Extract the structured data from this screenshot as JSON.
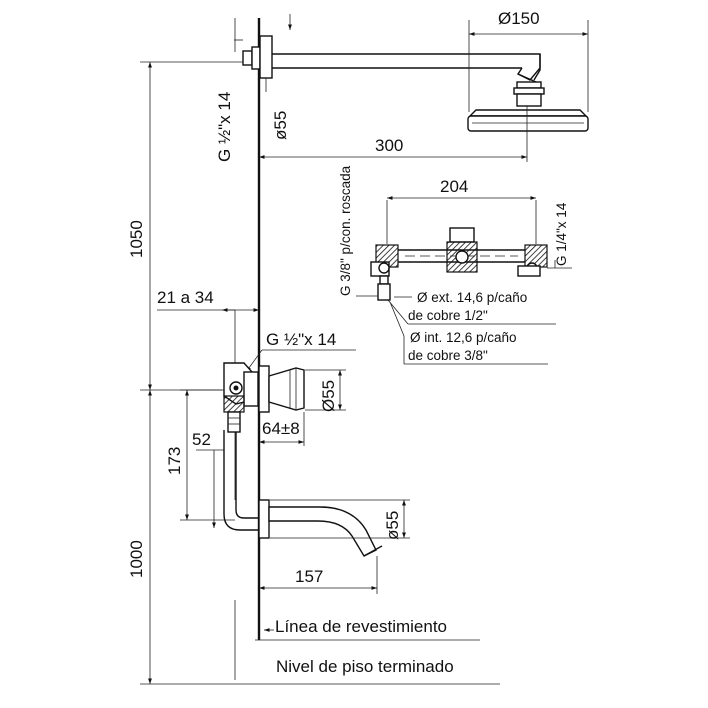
{
  "dimensions": {
    "head_diameter": "Ø150",
    "wall_flange_top": "ø55",
    "arm_length": "300",
    "thread_top": "G ½\"x 14",
    "height_total": "1050",
    "height_floor": "1000",
    "valve_width": "204",
    "thread_left": "G 3/8\" p/con. roscada",
    "thread_right": "G 1/4\"x 14",
    "outer_diameter_note_1": "Ø ext. 14,6 p/caño",
    "outer_diameter_note_2": "de cobre 1/2\"",
    "inner_diameter_note_1": "Ø int. 12,6 p/caño",
    "inner_diameter_note_2": "de cobre 3/8\"",
    "range_wall": "21 a 34",
    "thread_mixer": "G ½\"x 14",
    "mixer_flange": "Ø55",
    "height_173": "173",
    "depth_52": "52",
    "mixer_depth": "64±8",
    "spout_flange": "ø55",
    "spout_length": "157"
  },
  "labels": {
    "cladding_line": "Línea de revestimiento",
    "finished_floor": "Nivel de piso terminado"
  }
}
